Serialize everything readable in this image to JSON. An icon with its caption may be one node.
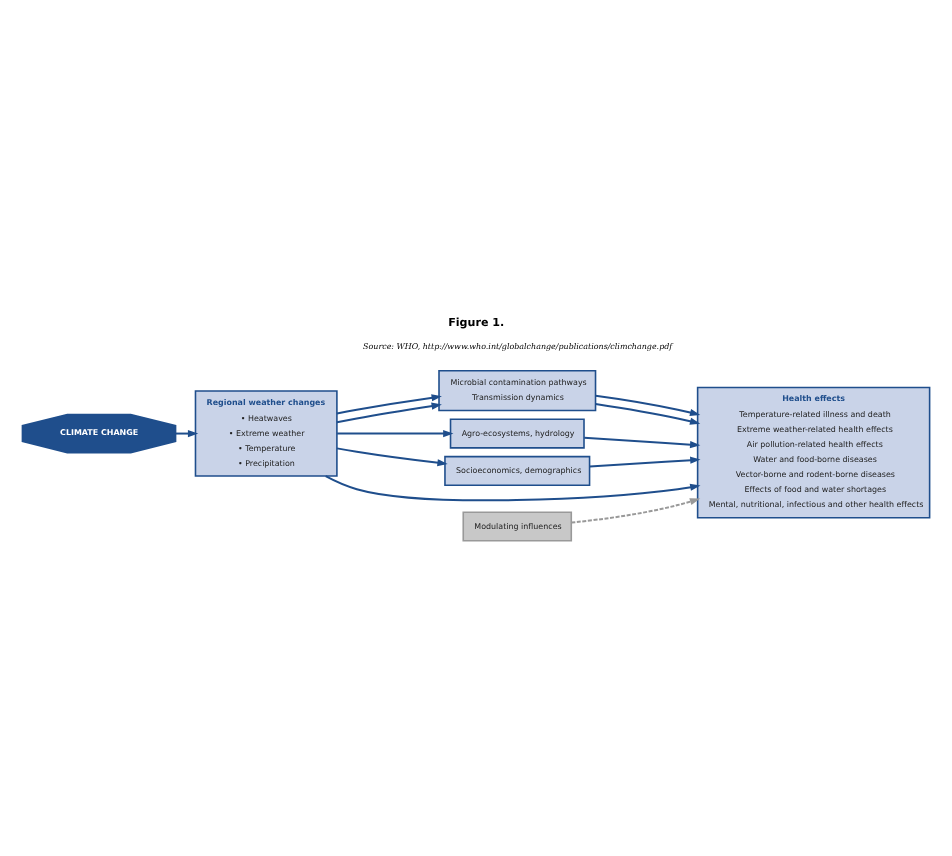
{
  "diagram": {
    "title": "Figure 1.",
    "caption": "Source: WHO, http://www.who.int/globalchange/publications/climchange.pdf",
    "nodes": [
      {
        "text": [
          "CLIMATE CHANGE"
        ]
      },
      {
        "text": [
          "Regional weather changes",
          "• Heatwaves",
          "• Extreme weather",
          "• Temperature",
          "• Precipitation"
        ]
      },
      {
        "text": [
          "Microbial contamination pathways",
          "Transmission dynamics"
        ]
      },
      {
        "text": [
          "Agro-ecosystems, hydrology"
        ]
      },
      {
        "text": [
          "Socioeconomics, demographics"
        ]
      },
      {
        "text": [
          "Modulating influences"
        ]
      },
      {
        "text": [
          "Health effects",
          "Temperature-related illness and death",
          "Extreme weather-related health effects",
          "Air pollution-related health effects",
          "Water and food-borne diseases",
          "Vector-borne and rodent-borne diseases",
          "Effects of food and water shortages",
          "Mental, nutritional, infectious and other health effects"
        ]
      }
    ],
    "edges": [
      {
        "from": 0,
        "to": 1,
        "arrow": "to"
      },
      {
        "from": 1,
        "to": 6,
        "arrow": "to"
      },
      {
        "from": 1,
        "to": 2,
        "arrow": "to"
      },
      {
        "from": 1,
        "to": 2,
        "arrow": "to"
      },
      {
        "from": 1,
        "to": 3,
        "arrow": "to"
      },
      {
        "from": 1,
        "to": 4,
        "arrow": "to"
      },
      {
        "from": 2,
        "to": 6,
        "arrow": "to"
      },
      {
        "from": 2,
        "to": 6,
        "arrow": "to"
      },
      {
        "from": 3,
        "to": 6,
        "arrow": "to"
      },
      {
        "from": 4,
        "to": 6,
        "arrow": "to"
      },
      {
        "from": 5,
        "to": 6,
        "arrow": "to",
        "style": "dashed",
        "color": "#999999"
      }
    ]
  }
}
